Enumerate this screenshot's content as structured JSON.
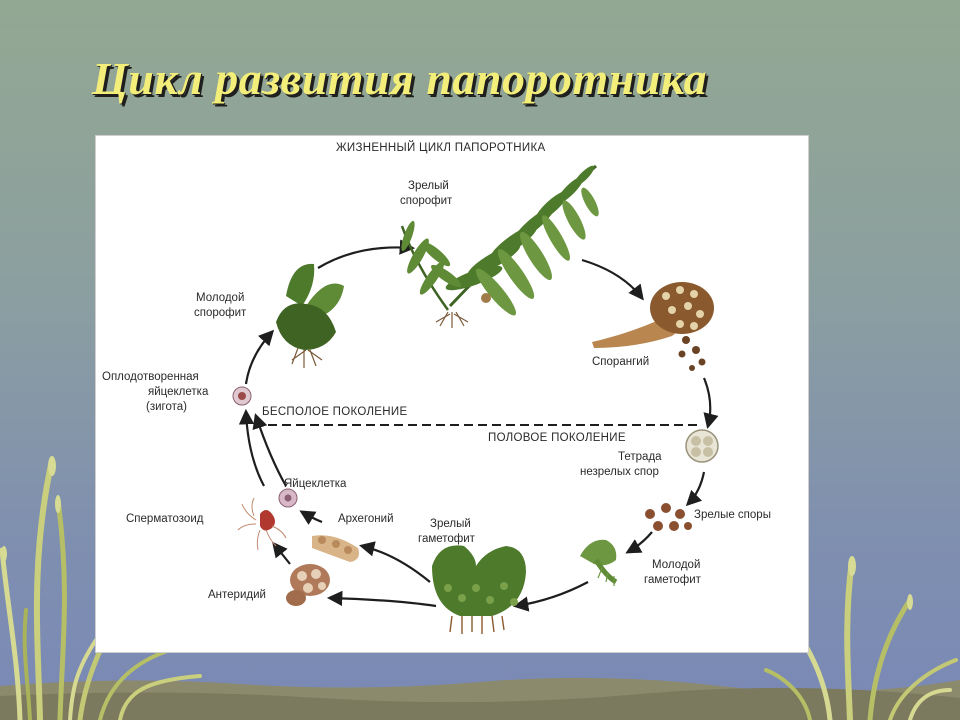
{
  "slide": {
    "title": "Цикл развития папоротника"
  },
  "diagram": {
    "header": "ЖИЗНЕННЫЙ ЦИКЛ ПАПОРОТНИКА",
    "asexual_generation": "БЕСПОЛОЕ ПОКОЛЕНИЕ",
    "sexual_generation": "ПОЛОВОЕ ПОКОЛЕНИЕ",
    "labels": {
      "mature_sporophyte": [
        "Зрелый",
        "спорофит"
      ],
      "sporangium": [
        "Спорангий"
      ],
      "spore_tetrad": [
        "Тетрада",
        "незрелых спор"
      ],
      "mature_spores": [
        "Зрелые споры"
      ],
      "young_gametophyte": [
        "Молодой",
        "гаметофит"
      ],
      "mature_gametophyte": [
        "Зрелый",
        "гаметофит"
      ],
      "antheridium": [
        "Антеридий"
      ],
      "archegonium": [
        "Архегоний"
      ],
      "egg_cell": [
        "Яйцеклетка"
      ],
      "spermatozoid": [
        "Сперматозоид"
      ],
      "zygote": [
        "Оплодотворенная",
        "яйцеклетка",
        "(зигота)"
      ],
      "young_sporophyte": [
        "Молодой",
        "спорофит"
      ]
    }
  },
  "colors": {
    "title": "#f3ee7a",
    "frond_green": "#4e7a2c",
    "frond_light": "#7aa04a",
    "sporangium_brown": "#8a5a2e",
    "arrow": "#1e1e1e"
  }
}
